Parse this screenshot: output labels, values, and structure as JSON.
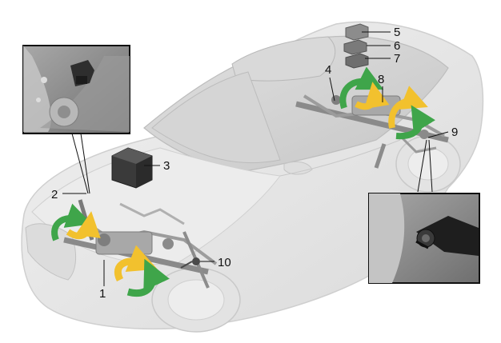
{
  "callouts": [
    {
      "id": "1",
      "label": "1"
    },
    {
      "id": "2",
      "label": "2"
    },
    {
      "id": "3",
      "label": "3"
    },
    {
      "id": "4",
      "label": "4"
    },
    {
      "id": "5",
      "label": "5"
    },
    {
      "id": "6",
      "label": "6"
    },
    {
      "id": "7",
      "label": "7"
    },
    {
      "id": "8",
      "label": "8"
    },
    {
      "id": "9",
      "label": "9"
    },
    {
      "id": "10",
      "label": "10"
    }
  ],
  "colors": {
    "background": "#ffffff",
    "car_body": "#e6e6e6",
    "car_outline": "#cfcfcf",
    "glass": "#d2d2d2",
    "chassis": "#9a9a9a",
    "arrow_green": "#3fa54a",
    "arrow_yellow": "#f2c12e",
    "inset_background": "#8e8e8e",
    "leader": "#111111"
  }
}
